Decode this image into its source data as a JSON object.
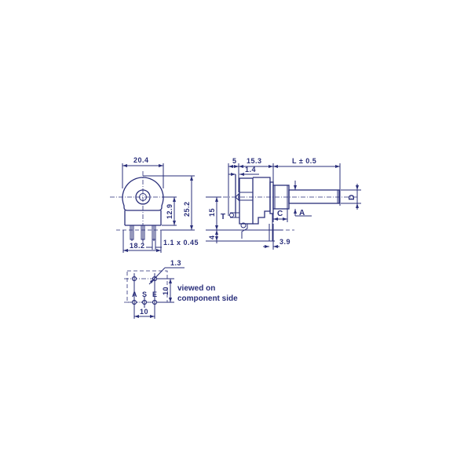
{
  "drawing": {
    "type": "rotary potentiometer dimensional drawing",
    "line_color": "#2a2f7a",
    "background": "#ffffff"
  },
  "front_view": {
    "width_label": "20.4",
    "height_label": "25.2",
    "shaft_center_label": "12.9",
    "pin_span_label": "18.2",
    "pin_size_label": "1.1 x 0.45"
  },
  "side_view": {
    "label_5": "5",
    "label_15_3": "15.3",
    "label_1_4": "1.4",
    "shaft_length_label": "L ± 0.5",
    "diameter_label": "D",
    "height_15_label": "15",
    "label_4": "4",
    "terminal_label": "T",
    "label_C": "C",
    "label_A": "A",
    "label_3_9": "3.9"
  },
  "pin_layout": {
    "hole_label": "1.3",
    "pitch_v_label": "10",
    "pitch_h_label": "10",
    "pins": [
      "A",
      "S",
      "E"
    ],
    "note_line1": "viewed on",
    "note_line2": "component side"
  }
}
